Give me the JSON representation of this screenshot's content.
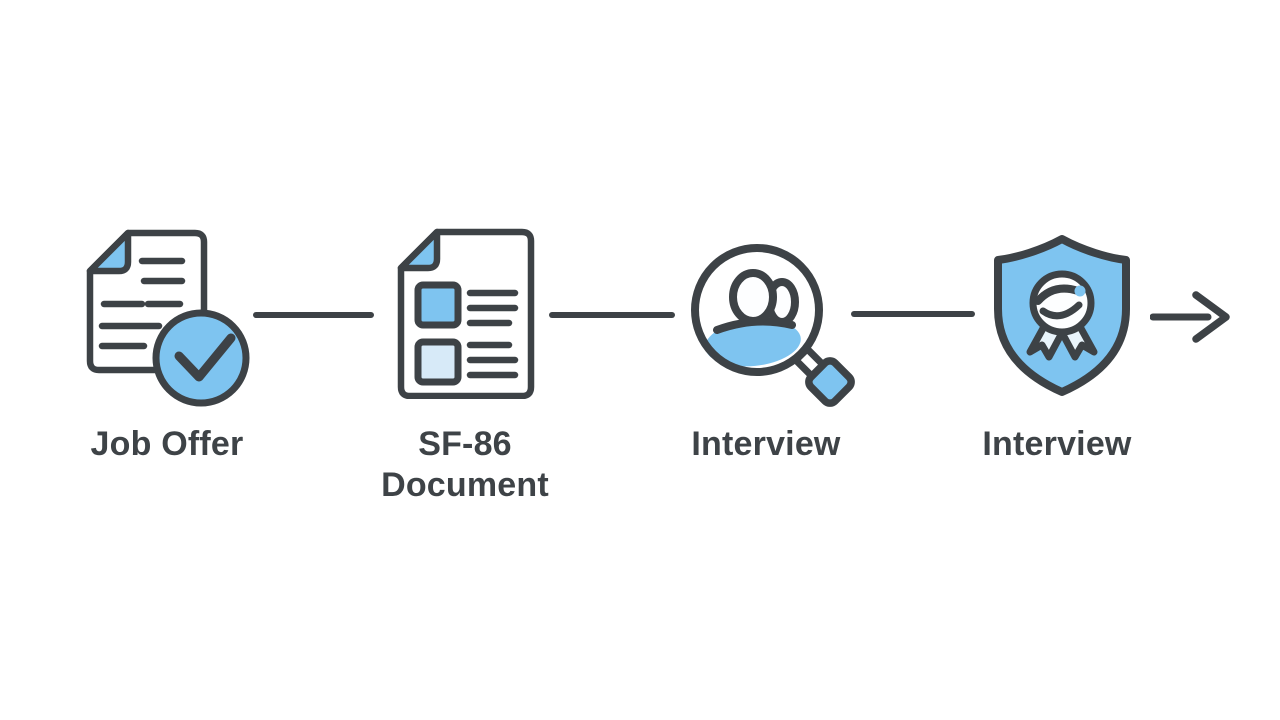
{
  "flow": {
    "steps": [
      {
        "label": "Job Offer",
        "icon": "document-check-icon"
      },
      {
        "label": "SF-86 Document",
        "icon": "form-document-icon"
      },
      {
        "label": "Interview",
        "icon": "magnifier-person-icon"
      },
      {
        "label": "Interview",
        "icon": "shield-badge-icon"
      }
    ],
    "end_icon": "arrow-right-icon",
    "connector_count": 3
  },
  "colors": {
    "background": "#ffffff",
    "outline": "#3d4246",
    "accent_blue": "#7ec4f0",
    "accent_blue_light": "#d7eaf8",
    "ribbon_tint": "#e9f4fb",
    "badge_white": "#fdfeff",
    "label_text": "#3e4347"
  }
}
